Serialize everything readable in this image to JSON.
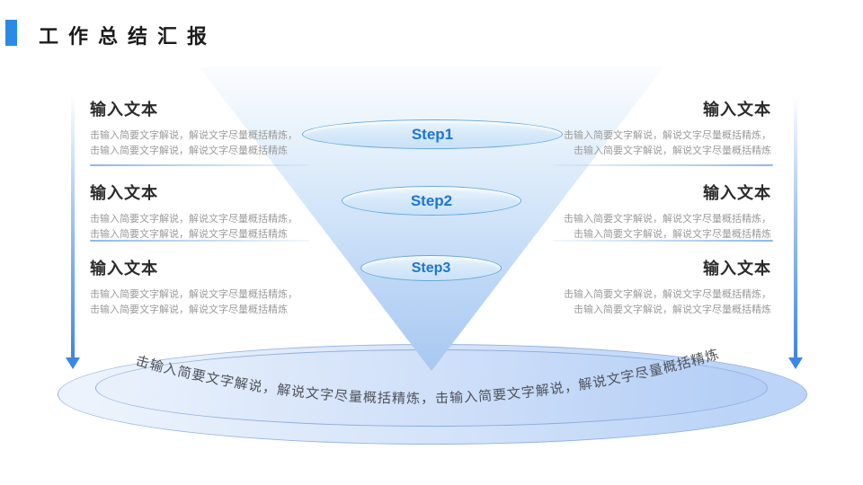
{
  "slide": {
    "title": "工作总结汇报"
  },
  "colors": {
    "accent_blue": "#2a8ae8",
    "step_text_blue": "#1d76cf",
    "arrow_blue": "#3d86e3",
    "funnel_fill": "#a8c8f0",
    "base_ellipse_fill": "#c7dbf8"
  },
  "funnel": {
    "steps": [
      {
        "label": "Step1"
      },
      {
        "label": "Step2"
      },
      {
        "label": "Step3"
      }
    ],
    "base_text": "击输入简要文字解说，解说文字尽量概括精炼，击输入简要文字解说，解说文字尽量概括精炼"
  },
  "left_blocks": [
    {
      "heading": "输入文本",
      "line1": "击输入简要文字解说，解说文字尽量概括精炼，",
      "line2": "击输入简要文字解说，解说文字尽量概括精炼"
    },
    {
      "heading": "输入文本",
      "line1": "击输入简要文字解说，解说文字尽量概括精炼，",
      "line2": "击输入简要文字解说，解说文字尽量概括精炼"
    },
    {
      "heading": "输入文本",
      "line1": "击输入简要文字解说，解说文字尽量概括精炼，",
      "line2": "击输入简要文字解说，解说文字尽量概括精炼"
    }
  ],
  "right_blocks": [
    {
      "heading": "输入文本",
      "line1": "击输入简要文字解说，解说文字尽量概括精炼，",
      "line2": "击输入简要文字解说，解说文字尽量概括精炼"
    },
    {
      "heading": "输入文本",
      "line1": "击输入简要文字解说，解说文字尽量概括精炼，",
      "line2": "击输入简要文字解说，解说文字尽量概括精炼"
    },
    {
      "heading": "输入文本",
      "line1": "击输入简要文字解说，解说文字尽量概括精炼，",
      "line2": "击输入简要文字解说，解说文字尽量概括精炼"
    }
  ]
}
